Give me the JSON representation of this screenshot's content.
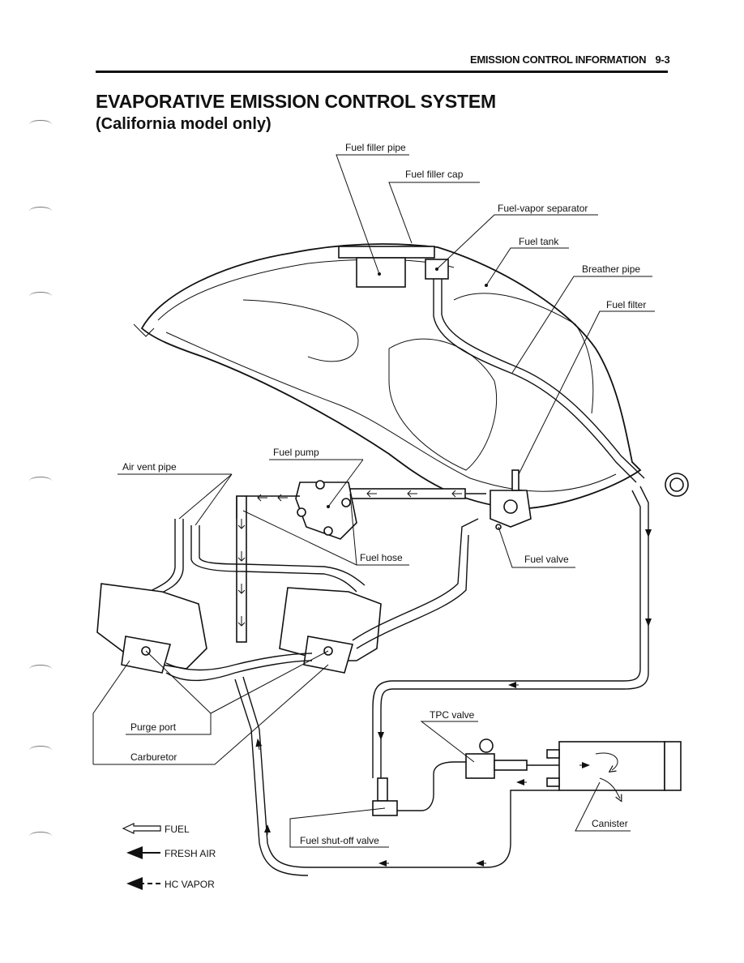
{
  "header": {
    "section": "EMISSION CONTROL INFORMATION",
    "page": "9-3"
  },
  "title": "EVAPORATIVE EMISSION CONTROL SYSTEM",
  "subtitle": "(California model only)",
  "labels": {
    "fuel_filler_pipe": "Fuel filler pipe",
    "fuel_filler_cap": "Fuel filler cap",
    "fuel_vapor_separator": "Fuel-vapor separator",
    "fuel_tank": "Fuel tank",
    "breather_pipe": "Breather pipe",
    "fuel_filter": "Fuel filter",
    "fuel_pump": "Fuel pump",
    "air_vent_pipe": "Air vent pipe",
    "fuel_hose": "Fuel hose",
    "fuel_valve": "Fuel valve",
    "purge_port": "Purge port",
    "carburetor": "Carburetor",
    "tpc_valve": "TPC valve",
    "canister": "Canister",
    "fuel_shutoff_valve": "Fuel shut-off valve"
  },
  "legend": {
    "fuel": "FUEL",
    "fresh_air": "FRESH AIR",
    "hc_vapor": "HC VAPOR"
  }
}
